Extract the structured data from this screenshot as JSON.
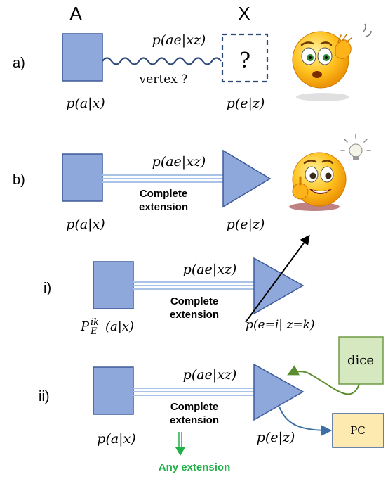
{
  "header": {
    "party_a": "A",
    "party_x": "X"
  },
  "labels": {
    "a": "a)",
    "b": "b)",
    "i": "i)",
    "ii": "ii)"
  },
  "panel_a": {
    "channel": "p(ae|xz)",
    "vertex": "vertex ?",
    "unknown": "?",
    "left_dist": "p(a|x)",
    "right_dist": "p(e|z)"
  },
  "panel_b": {
    "channel": "p(ae|xz)",
    "ext_line1": "Complete",
    "ext_line2": "extension",
    "left_dist": "p(a|x)",
    "right_dist": "p(e|z)"
  },
  "panel_i": {
    "channel": "p(ae|xz)",
    "ext_line1": "Complete",
    "ext_line2": "extension",
    "left_base": "P",
    "left_sub": "E",
    "left_sup": "ik",
    "left_rest": "(a|x)",
    "right_dist": "p(e=i| z=k)"
  },
  "panel_ii": {
    "channel": "p(ae|xz)",
    "ext_line1": "Complete",
    "ext_line2": "extension",
    "left_dist": "p(a|x)",
    "right_dist": "p(e|z)",
    "dice": "dice",
    "pc": "PC",
    "any_extension": "Any extension"
  },
  "colors": {
    "box_fill": "#8FA8DC",
    "box_stroke": "#3F5A9A",
    "wire": "#3C5A8F",
    "double_wire": "#A9C3E8",
    "dice_fill": "#D5E8C0",
    "dice_stroke": "#6E9A45",
    "pc_fill": "#FCEAB0",
    "pc_stroke": "#3C5A8F",
    "green_arrow": "#5B8C2E",
    "any_ext": "#22B04A"
  },
  "icons": [
    "confused-emoji-icon",
    "idea-emoji-icon",
    "lightbulb-icon"
  ]
}
